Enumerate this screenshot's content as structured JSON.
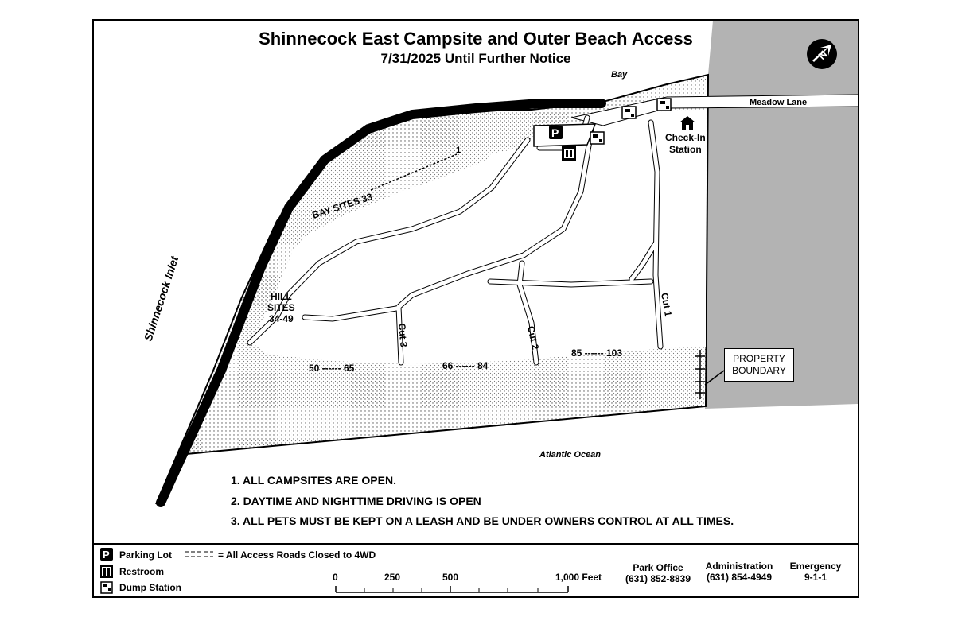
{
  "header": {
    "title": "Shinnecock East Campsite and Outer Beach Access",
    "subtitle": "7/31/2025  Until Further Notice"
  },
  "map_labels": {
    "bay": "Bay",
    "meadow_lane": "Meadow Lane",
    "check_in_line1": "Check-In",
    "check_in_line2": "Station",
    "inlet": "Shinnecock Inlet",
    "ocean": "Atlantic Ocean",
    "bay_sites": "BAY SITES 33",
    "bay_sites_end": "1",
    "hill_line1": "HILL",
    "hill_line2": "SITES",
    "hill_line3": "34-49",
    "sites_50_65": "50 ------ 65",
    "sites_66_84": "66 ------ 84",
    "sites_85_103": "85 ------ 103",
    "cut1": "Cut 1",
    "cut2": "Cut 2",
    "cut3": "Cut 3",
    "boundary_line1": "PROPERTY",
    "boundary_line2": "BOUNDARY",
    "parking_symbol": "P"
  },
  "notes": [
    "1.  ALL CAMPSITES ARE OPEN.",
    "2. DAYTIME AND NIGHTTIME DRIVING IS OPEN",
    "3. ALL PETS MUST BE KEPT ON A LEASH AND BE UNDER OWNERS CONTROL AT ALL TIMES."
  ],
  "legend": {
    "parking": "Parking Lot",
    "restroom": "Restroom",
    "dump": "Dump Station",
    "roads": "= All Access Roads Closed to 4WD",
    "parking_symbol": "P"
  },
  "scale": {
    "ticks": [
      "0",
      "250",
      "500",
      "1,000 Feet"
    ]
  },
  "contacts": [
    {
      "name": "Park Office",
      "value": "(631) 852-8839"
    },
    {
      "name": "Administration",
      "value": "(631) 854-4949"
    },
    {
      "name": "Emergency",
      "value": "9-1-1"
    }
  ],
  "colors": {
    "background": "#ffffff",
    "land_outside": "#b3b3b3",
    "beach_stipple": "#d9d9d9",
    "ink": "#000000"
  },
  "icons": [
    "north-arrow-icon",
    "parking-icon",
    "restroom-icon",
    "dump-station-icon",
    "house-icon"
  ]
}
